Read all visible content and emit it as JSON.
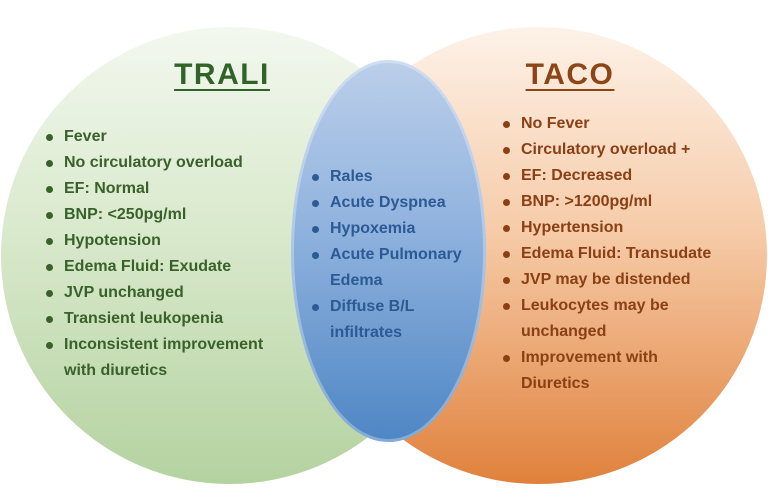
{
  "venn": {
    "left": {
      "title": "TRALI",
      "items": [
        "Fever",
        "No circulatory overload",
        "EF: Normal",
        "BNP: <250pg/ml",
        "Hypotension",
        "Edema Fluid: Exudate",
        "JVP unchanged",
        "Transient leukopenia",
        "Inconsistent improvement\nwith diuretics"
      ],
      "text_color": "#39612A",
      "fill_top": "#F3F8EF",
      "fill_bottom": "#B4D2A0"
    },
    "overlap": {
      "items": [
        "Rales",
        "Acute Dyspnea",
        "Hypoxemia",
        "Acute Pulmonary\nEdema",
        "Diffuse B/L\ninfiltrates"
      ],
      "text_color": "#2B5A94",
      "fill_top": "#BCCFEA",
      "fill_bottom": "#4E86C4"
    },
    "right": {
      "title": "TACO",
      "items": [
        "No Fever",
        "Circulatory overload +",
        "EF: Decreased",
        "BNP: >1200pg/ml",
        "Hypertension",
        "Edema Fluid: Transudate",
        "JVP may be distended",
        "Leukocytes may be\nunchanged",
        "Improvement with\nDiuretics"
      ],
      "text_color": "#8A4014",
      "fill_top": "#FDF2E8",
      "fill_bottom": "#E0813C"
    }
  }
}
